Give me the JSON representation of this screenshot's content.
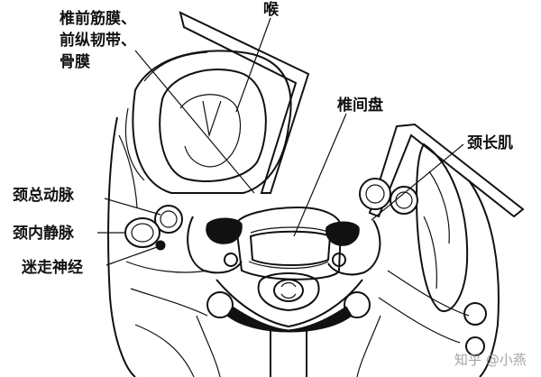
{
  "labels": {
    "prevertebral_fascia_line1": "椎前筋膜、",
    "prevertebral_fascia_line2": "前纵韧带、",
    "prevertebral_fascia_line3": "骨膜",
    "larynx": "喉",
    "intervertebral_disc": "椎间盘",
    "longus_colli": "颈长肌",
    "common_carotid": "颈总动脉",
    "internal_jugular": "颈内静脉",
    "vagus_nerve": "迷走神经"
  },
  "watermark": "知乎 @小燕"
}
